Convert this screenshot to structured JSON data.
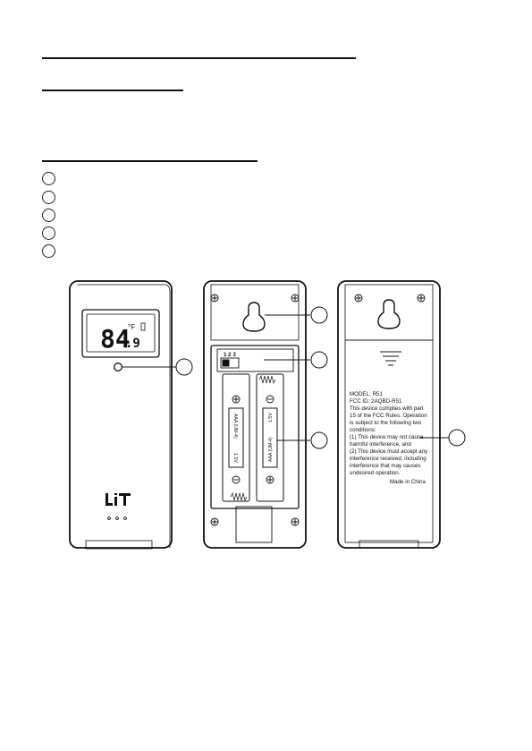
{
  "front": {
    "lcd_temperature": "84",
    "lcd_decimal": ".9",
    "lcd_unit": "°F",
    "logo_text": "LIT"
  },
  "back_open": {
    "channel_switch_digits": "1 2 3",
    "battery_1_line1": "AAA  (UM-4)",
    "battery_1_line2": "1.5V",
    "battery_2_line1": "AAA  (UM-4)",
    "battery_2_line2": "1.5V"
  },
  "back_label": {
    "lines": [
      "MODEL: R51",
      "FCC ID: 2AQBD-R51",
      "This device complies with part",
      "15 of the FCC Rules. Operation",
      "is subject to the following two",
      "conditions:",
      "(1) This device may not cause",
      "harmful interference, and",
      "(2) This device must accept any",
      "interference received, including",
      "interference that may causes",
      "undesired operation."
    ],
    "made_in": "Made in China"
  }
}
